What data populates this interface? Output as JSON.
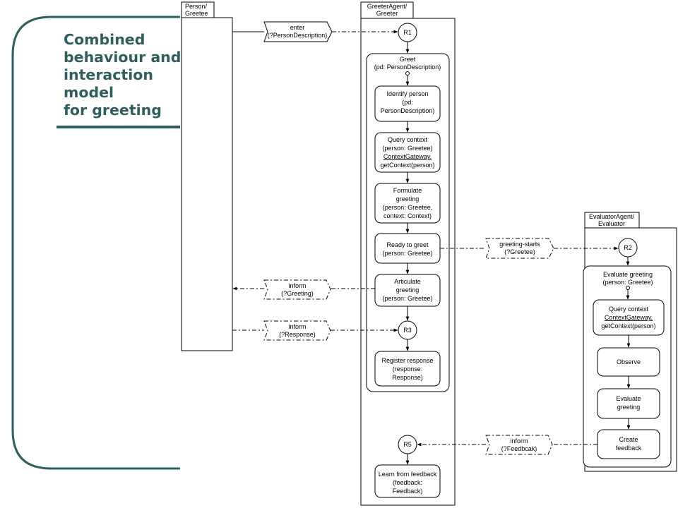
{
  "title_lines": [
    "Combined",
    "behaviour and",
    "interaction",
    "model",
    "for greeting"
  ],
  "colors": {
    "accent": "#2f5f5c",
    "line": "#000000"
  },
  "lanes": [
    {
      "id": "person",
      "label_lines": [
        "Person/",
        "Greetee"
      ]
    },
    {
      "id": "greeter",
      "label_lines": [
        "GreeterAgent/",
        "Greeter"
      ]
    },
    {
      "id": "evaluator",
      "label_lines": [
        "EvaluatorAgent/",
        "Evaluator"
      ]
    }
  ],
  "roles": [
    "R1",
    "R2",
    "R3",
    "R5"
  ],
  "groups": [
    {
      "id": "greet",
      "label_lines": [
        "Greet",
        "(pd: PersonDescription)"
      ]
    },
    {
      "id": "evaluate-greeting",
      "label_lines": [
        "Evaluate greeting",
        "(person: Greetee)"
      ]
    }
  ],
  "activities": [
    {
      "id": "identify-person",
      "lines": [
        "Identify person",
        "(pd:",
        "PersonDescription)"
      ]
    },
    {
      "id": "query-context-greeter",
      "lines": [
        "Query context",
        "(person: Greetee)",
        "ContextGateway.",
        "getContext(person)"
      ]
    },
    {
      "id": "formulate-greeting",
      "lines": [
        "Formulate",
        "greeting",
        "(person: Greetee,",
        "context: Context)"
      ]
    },
    {
      "id": "ready-to-greet",
      "lines": [
        "Ready to greet",
        "(person: Greetee)"
      ]
    },
    {
      "id": "articulate-greeting",
      "lines": [
        "Articulate",
        "greeting",
        "(person: Greetee)"
      ]
    },
    {
      "id": "register-response",
      "lines": [
        "Register response",
        "(response:",
        "Response)"
      ]
    },
    {
      "id": "learn-from-feedback",
      "lines": [
        "Learn from feedback",
        "(feedback:",
        "Feedback)"
      ]
    },
    {
      "id": "query-context-evaluator",
      "lines": [
        "Query context",
        "ContextGateway.",
        "getContext(person)"
      ]
    },
    {
      "id": "observe",
      "lines": [
        "Observe"
      ]
    },
    {
      "id": "evaluate-greeting-step",
      "lines": [
        "Evaluate",
        "greeting"
      ]
    },
    {
      "id": "create-feedback",
      "lines": [
        "Create",
        "feedback"
      ]
    }
  ],
  "messages": [
    {
      "id": "enter",
      "lines": [
        "enter",
        "(?PersonDescription)"
      ]
    },
    {
      "id": "inform-greeting",
      "lines": [
        "inform",
        "(?Greeting)"
      ]
    },
    {
      "id": "inform-response",
      "lines": [
        "inform",
        "(?Response)"
      ]
    },
    {
      "id": "greeting-starts",
      "lines": [
        "greeting-starts",
        "(?Greetee)"
      ]
    },
    {
      "id": "inform-feedback",
      "lines": [
        "inform",
        "(?Feedbcak)"
      ]
    }
  ]
}
